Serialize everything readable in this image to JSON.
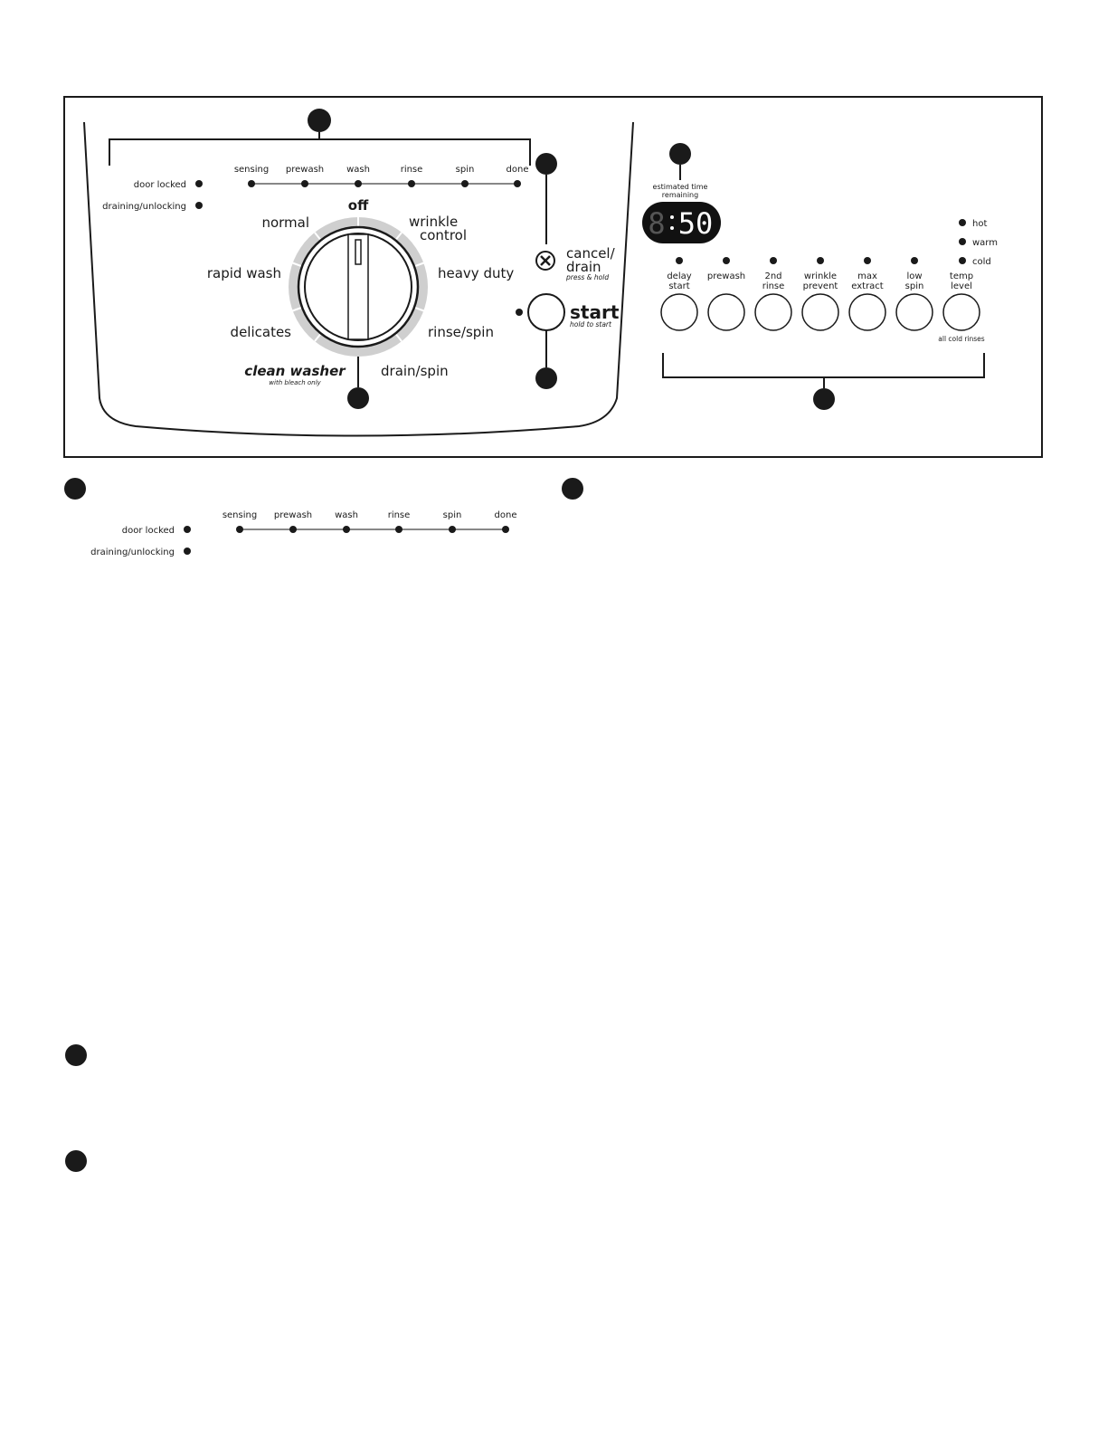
{
  "status_indicators": {
    "door_locked": "door locked",
    "draining_unlocking": "draining/unlocking"
  },
  "progress_stages": [
    "sensing",
    "prewash",
    "wash",
    "rinse",
    "spin",
    "done"
  ],
  "cycle_dial": {
    "off": "off",
    "normal": "normal",
    "wrinkle_line1": "wrinkle",
    "wrinkle_line2": "control",
    "rapid_wash": "rapid wash",
    "heavy_duty": "heavy duty",
    "delicates": "delicates",
    "rinse_spin": "rinse/spin",
    "clean_washer": "clean washer",
    "clean_washer_note": "with bleach only",
    "drain_spin": "drain/spin"
  },
  "cancel_drain": {
    "line1": "cancel/",
    "line2": "drain",
    "note": "press & hold"
  },
  "start": {
    "label": "start",
    "note": "hold to start"
  },
  "time_display": {
    "label_line1": "estimated time",
    "label_line2": "remaining",
    "dim_digit": "8",
    "value": "50"
  },
  "temperature_levels": [
    "hot",
    "warm",
    "cold"
  ],
  "option_buttons": [
    {
      "line1": "delay",
      "line2": "start"
    },
    {
      "line1": "prewash",
      "line2": ""
    },
    {
      "line1": "2nd",
      "line2": "rinse"
    },
    {
      "line1": "wrinkle",
      "line2": "prevent"
    },
    {
      "line1": "max",
      "line2": "extract"
    },
    {
      "line1": "low",
      "line2": "spin"
    },
    {
      "line1": "temp",
      "line2": "level"
    }
  ],
  "all_cold_rinses": "all cold rinses",
  "colors": {
    "ink": "#1a1a1a",
    "dial_ring": "#cfcfcf",
    "progress_line": "#888888",
    "display_bg": "#111111",
    "display_dim": "#555555"
  }
}
